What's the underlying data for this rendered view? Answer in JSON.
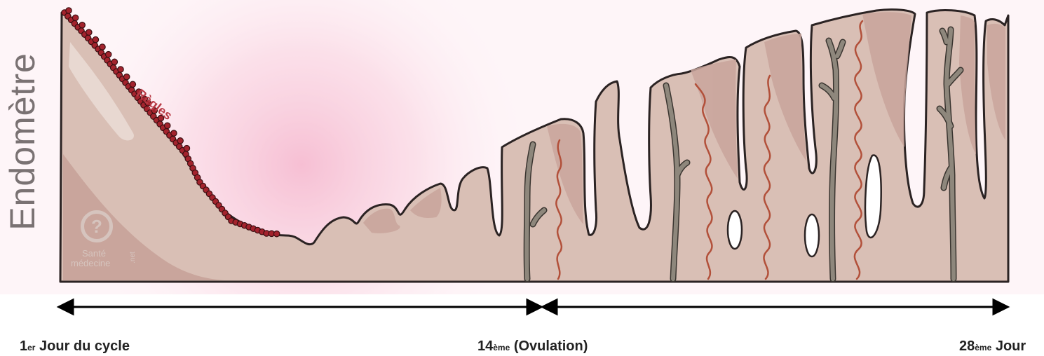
{
  "diagram": {
    "axis_title": "Endomètre",
    "annotation": "Règles",
    "labels": {
      "start_num": "1",
      "start_sup": "er",
      "start_text": " Jour du cycle",
      "mid_num": "14",
      "mid_sup": "ème",
      "mid_text": " (Ovulation)",
      "end_num": "28",
      "end_sup": "ème",
      "end_text": " Jour"
    },
    "watermark": {
      "symbol": "?",
      "line1": "Santé",
      "line2": "médecine",
      "line3": ".net"
    }
  },
  "colors": {
    "tissue_light": "#d9bfb5",
    "tissue_dark": "#c7a299",
    "tissue_shadow": "#b88f86",
    "glow_pink": "#f4b6cd",
    "blood_red": "#a3232d",
    "vessel_red": "#b2503a",
    "gland_gray": "#8e877c"
  }
}
